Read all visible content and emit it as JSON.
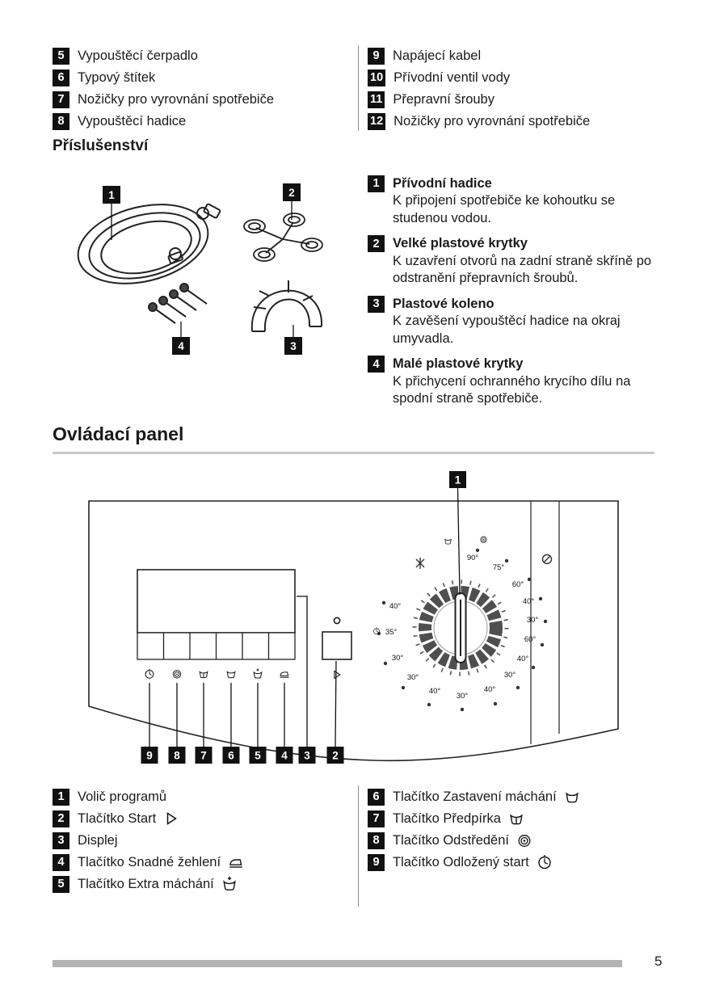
{
  "page_number": "5",
  "top_list": {
    "left": [
      {
        "num": "5",
        "label": "Vypouštěcí čerpadlo"
      },
      {
        "num": "6",
        "label": "Typový štítek"
      },
      {
        "num": "7",
        "label": "Nožičky pro vyrovnání spotřebiče"
      },
      {
        "num": "8",
        "label": "Vypouštěcí hadice"
      }
    ],
    "right": [
      {
        "num": "9",
        "label": "Napájecí kabel"
      },
      {
        "num": "10",
        "label": "Přívodní ventil vody"
      },
      {
        "num": "11",
        "label": "Přepravní šrouby"
      },
      {
        "num": "12",
        "label": "Nožičky pro vyrovnání spotřebiče"
      }
    ]
  },
  "accessories": {
    "heading": "Příslušenství",
    "callouts": [
      "1",
      "2",
      "3",
      "4"
    ],
    "items": [
      {
        "num": "1",
        "title": "Přívodní hadice",
        "desc": "K připojení spotřebiče ke kohoutku se studenou vodou."
      },
      {
        "num": "2",
        "title": "Velké plastové krytky",
        "desc": "K uzavření otvorů na zadní straně skříně po odstranění přepravních šroubů."
      },
      {
        "num": "3",
        "title": "Plastové koleno",
        "desc": "K zavěšení vypouštěcí hadice na okraj umyvadla."
      },
      {
        "num": "4",
        "title": "Malé plastové krytky",
        "desc": "K přichycení ochranného krycího dílu na spodní straně spotřebiče."
      }
    ]
  },
  "control_panel": {
    "heading": "Ovládací panel",
    "top_callout": "1",
    "bottom_callouts": [
      "9",
      "8",
      "7",
      "6",
      "5",
      "4",
      "3",
      "2"
    ],
    "dial_temperatures": [
      "90°",
      "75°",
      "60°",
      "40°",
      "30°",
      "60°",
      "40°",
      "30°",
      "40°",
      "30°",
      "40°",
      "30°",
      "30°",
      "35°",
      "40°"
    ]
  },
  "legend": {
    "left": [
      {
        "num": "1",
        "label": "Volič programů"
      },
      {
        "num": "2",
        "label": "Tlačítko Start",
        "icon": "start-triangle"
      },
      {
        "num": "3",
        "label": "Displej"
      },
      {
        "num": "4",
        "label": "Tlačítko Snadné žehlení",
        "icon": "easy-iron"
      },
      {
        "num": "5",
        "label": "Tlačítko Extra máchání",
        "icon": "extra-rinse"
      }
    ],
    "right": [
      {
        "num": "6",
        "label": "Tlačítko Zastavení máchání",
        "icon": "rinse-hold"
      },
      {
        "num": "7",
        "label": "Tlačítko Předpírka",
        "icon": "prewash"
      },
      {
        "num": "8",
        "label": "Tlačítko Odstředění",
        "icon": "spin"
      },
      {
        "num": "9",
        "label": "Tlačítko Odložený start",
        "icon": "delayed-start"
      }
    ]
  },
  "colors": {
    "text": "#1a1a1a",
    "callout_bg": "#111111",
    "rule": "#c9c9c9",
    "footer_bar": "#b3b3b3",
    "dial_ring": "#4f4f4f"
  }
}
